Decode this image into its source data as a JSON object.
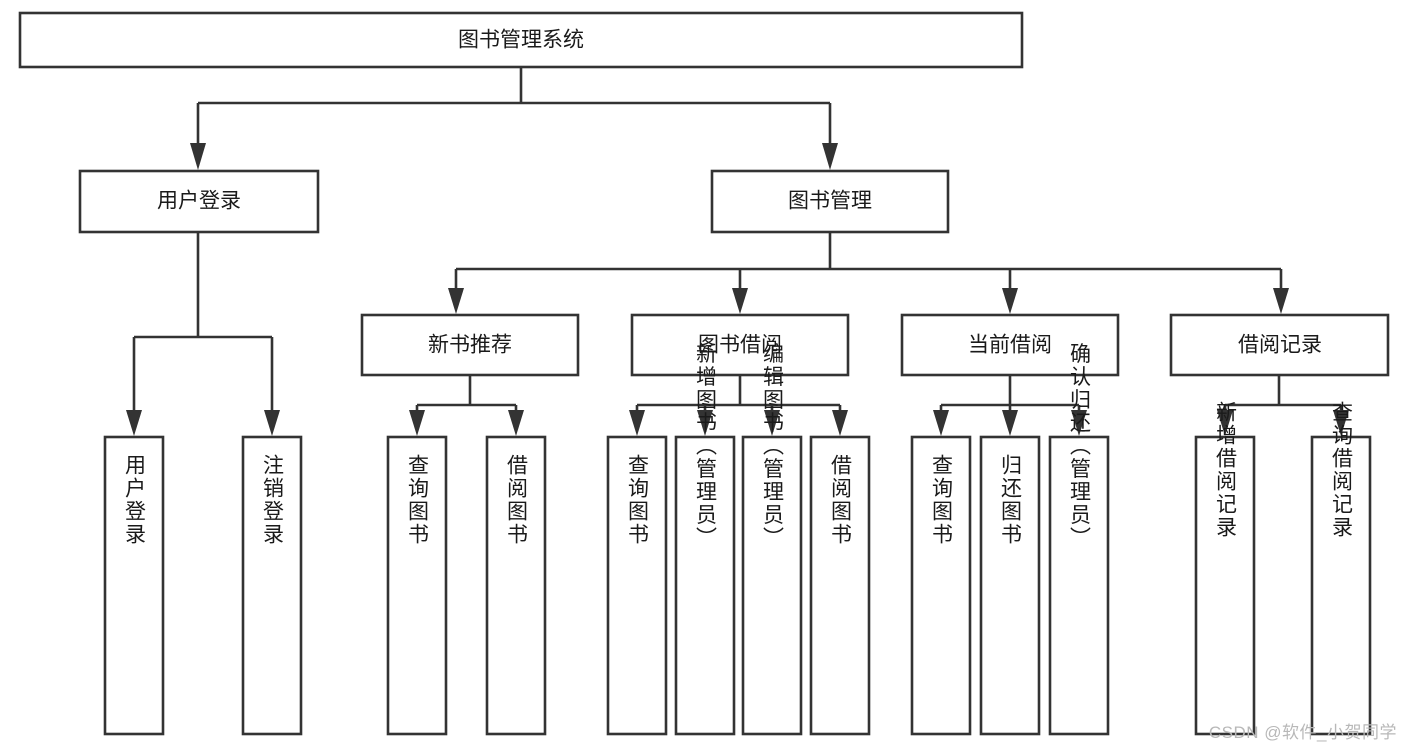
{
  "diagram": {
    "title": "图书管理系统",
    "type": "tree-hierarchy-functional-decomposition",
    "watermark": "CSDN @软件_小贺同学",
    "colors": {
      "background": "#ffffff",
      "node_fill": "#ffffff",
      "node_stroke": "#333333",
      "text": "#1a1a1a",
      "watermark": "#b8b8b8"
    },
    "root": {
      "label": "图书管理系统",
      "orientation": "horizontal"
    },
    "level1": [
      {
        "id": "user-login",
        "label": "用户登录",
        "orientation": "horizontal"
      },
      {
        "id": "book-management",
        "label": "图书管理",
        "orientation": "horizontal"
      }
    ],
    "level2": [
      {
        "id": "new-book-recommend",
        "label": "新书推荐",
        "orientation": "horizontal",
        "parent": "book-management"
      },
      {
        "id": "book-borrow",
        "label": "图书借阅",
        "orientation": "horizontal",
        "parent": "book-management"
      },
      {
        "id": "current-borrow",
        "label": "当前借阅",
        "orientation": "horizontal",
        "parent": "book-management"
      },
      {
        "id": "borrow-record",
        "label": "借阅记录",
        "orientation": "horizontal",
        "parent": "book-management"
      }
    ],
    "leaves": [
      {
        "id": "leaf-user-login",
        "label": "用户登录",
        "parent": "user-login",
        "orientation": "vertical"
      },
      {
        "id": "leaf-logout-login",
        "label": "注销登录",
        "parent": "user-login",
        "orientation": "vertical"
      },
      {
        "id": "leaf-query-book-1",
        "label": "查询图书",
        "parent": "new-book-recommend",
        "orientation": "vertical"
      },
      {
        "id": "leaf-borrow-book-1",
        "label": "借阅图书",
        "parent": "new-book-recommend",
        "orientation": "vertical"
      },
      {
        "id": "leaf-query-book-2",
        "label": "查询图书",
        "parent": "book-borrow",
        "orientation": "vertical"
      },
      {
        "id": "leaf-add-book-admin",
        "label": "新增图书（管理员）",
        "parent": "book-borrow",
        "orientation": "vertical"
      },
      {
        "id": "leaf-edit-book-admin",
        "label": "编辑图书（管理员）",
        "parent": "book-borrow",
        "orientation": "vertical"
      },
      {
        "id": "leaf-borrow-book-2",
        "label": "借阅图书",
        "parent": "book-borrow",
        "orientation": "vertical"
      },
      {
        "id": "leaf-query-book-3",
        "label": "查询图书",
        "parent": "current-borrow",
        "orientation": "vertical"
      },
      {
        "id": "leaf-return-book",
        "label": "归还图书",
        "parent": "current-borrow",
        "orientation": "vertical"
      },
      {
        "id": "leaf-confirm-return-admin",
        "label": "确认归还（管理员）",
        "parent": "current-borrow",
        "orientation": "vertical"
      },
      {
        "id": "leaf-add-borrow-record",
        "label": "新增借阅记录",
        "parent": "borrow-record",
        "orientation": "vertical"
      },
      {
        "id": "leaf-query-borrow-record",
        "label": "查询借阅记录",
        "parent": "borrow-record",
        "orientation": "vertical"
      }
    ]
  }
}
